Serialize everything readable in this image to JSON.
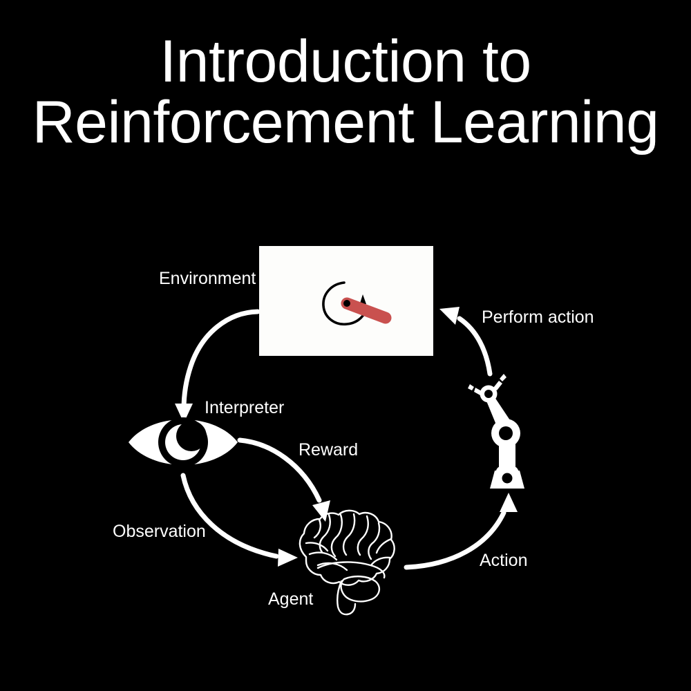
{
  "slide": {
    "background_color": "#000000",
    "text_color": "#ffffff"
  },
  "title": {
    "line1": "Introduction to",
    "line2": "Reinforcement Learning",
    "full": "Introduction to Reinforcement Learning"
  },
  "diagram": {
    "name": "reinforcement-learning-loop",
    "nodes": [
      {
        "id": "environment",
        "label": "Environment",
        "icon": "pendulum-render-box",
        "description": "White render window showing a pendulum with a rotation arrow"
      },
      {
        "id": "interpreter",
        "label": "Interpreter",
        "icon": "eye-icon"
      },
      {
        "id": "agent",
        "label": "Agent",
        "icon": "brain-icon"
      },
      {
        "id": "actuator",
        "label": "",
        "icon": "robot-arm-icon"
      }
    ],
    "edges": [
      {
        "id": "environment-to-interpreter",
        "label": "Environment",
        "from": "environment",
        "to": "interpreter"
      },
      {
        "id": "interpreter-to-agent-reward",
        "label": "Reward",
        "from": "interpreter",
        "to": "agent"
      },
      {
        "id": "interpreter-to-agent-observation",
        "label": "Observation",
        "from": "interpreter",
        "to": "agent"
      },
      {
        "id": "agent-to-actuator",
        "label": "Action",
        "from": "agent",
        "to": "actuator"
      },
      {
        "id": "actuator-to-environment",
        "label": "Perform action",
        "from": "actuator",
        "to": "environment"
      }
    ],
    "labels": {
      "environment": "Environment",
      "interpreter": "Interpreter",
      "reward": "Reward",
      "observation": "Observation",
      "agent": "Agent",
      "action": "Action",
      "perform_action": "Perform action"
    },
    "env_render": {
      "background_color": "#fdfdfb",
      "pendulum_color": "#c9514f",
      "pivot_color": "#000000",
      "torque_arrow_color": "#000000",
      "environment_name": "pendulum"
    },
    "arrow_color": "#ffffff",
    "icon_color": "#ffffff"
  }
}
